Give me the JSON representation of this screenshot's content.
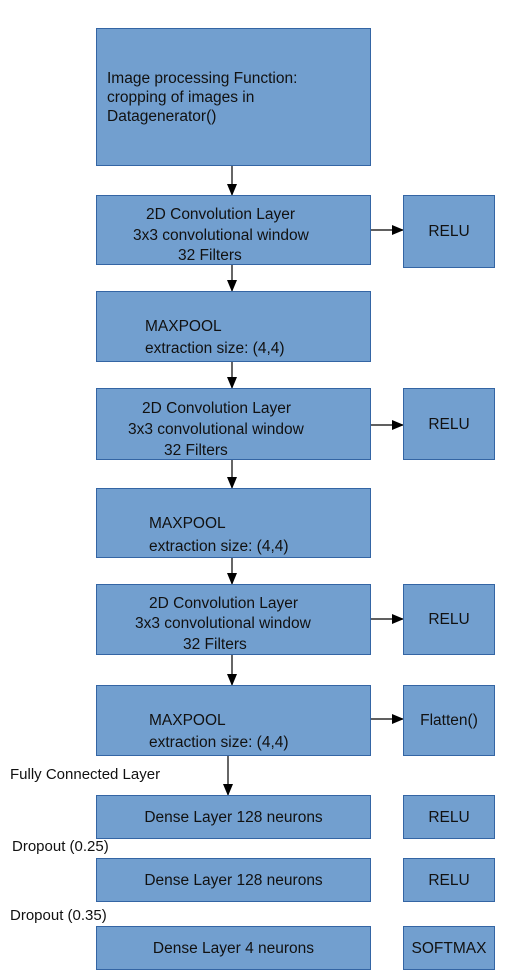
{
  "blocks": {
    "preprocess": {
      "lines": [
        "Image processing Function:",
        "cropping of images in",
        "Datagenerator()"
      ]
    },
    "conv1": {
      "lines": [
        "2D Convolution Layer",
        "3x3 convolutional window",
        "32 Filters"
      ]
    },
    "pool1": {
      "lines": [
        "MAXPOOL",
        "extraction size: (4,4)"
      ]
    },
    "conv2": {
      "lines": [
        "2D Convolution Layer",
        "3x3 convolutional window",
        "32 Filters"
      ]
    },
    "pool2": {
      "lines": [
        "MAXPOOL",
        "extraction size: (4,4)"
      ]
    },
    "conv3": {
      "lines": [
        "2D Convolution Layer",
        "3x3 convolutional window",
        "32 Filters"
      ]
    },
    "pool3": {
      "lines": [
        "MAXPOOL",
        "extraction size: (4,4)"
      ]
    },
    "dense1": {
      "label": "Dense Layer 128 neurons"
    },
    "dense2": {
      "label": "Dense Layer 128 neurons"
    },
    "dense3": {
      "label": "Dense Layer 4 neurons"
    }
  },
  "activations": {
    "relu1": "RELU",
    "relu2": "RELU",
    "relu3": "RELU",
    "flatten": "Flatten()",
    "relu4": "RELU",
    "relu5": "RELU",
    "softmax": "SOFTMAX"
  },
  "labels": {
    "fully_connected": "Fully Connected Layer",
    "dropout1": "Dropout (0.25)",
    "dropout2": "Dropout (0.35)"
  },
  "colors": {
    "box_fill": "#729fcf",
    "box_border": "#3465a4",
    "arrow": "#000000"
  }
}
